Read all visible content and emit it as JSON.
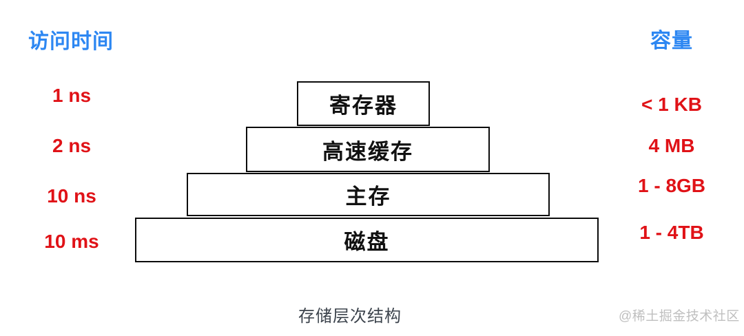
{
  "headers": {
    "access_time": "访问时间",
    "capacity": "容量"
  },
  "pyramid": {
    "caption": "存储层次结构",
    "levels": [
      {
        "name": "寄存器",
        "access_time": "1 ns",
        "capacity": "< 1 KB"
      },
      {
        "name": "高速缓存",
        "access_time": "2 ns",
        "capacity": "4 MB"
      },
      {
        "name": "主存",
        "access_time": "10 ns",
        "capacity": "1 - 8GB"
      },
      {
        "name": "磁盘",
        "access_time": "10 ms",
        "capacity": "1 - 4TB"
      }
    ]
  },
  "watermark": "@稀土掘金技术社区",
  "colors": {
    "header_blue": "#2d87f2",
    "label_red": "#e01217",
    "box_border": "#0b0b0b",
    "caption_gray": "#3d444d",
    "watermark_gray": "#bfbfbf"
  }
}
